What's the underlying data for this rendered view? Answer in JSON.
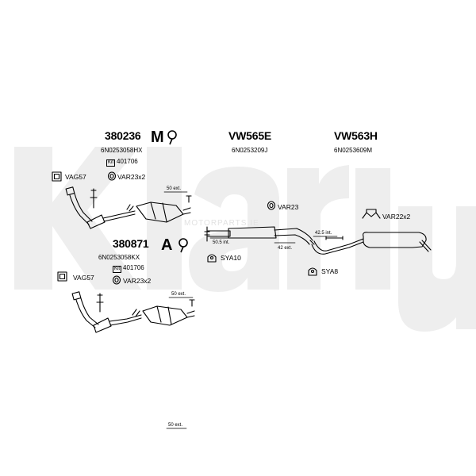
{
  "watermark": {
    "brand": "Klarius",
    "site": "MOTORPARTS.IE"
  },
  "assemblies": [
    {
      "code": "380236",
      "ref": "6N0253058HX",
      "kit": "401706",
      "type_icon": "M-with-vehicle-icon"
    },
    {
      "code": "380871",
      "ref": "6N0253058KX",
      "kit": "401706",
      "type_icon": "A-with-vehicle-icon"
    },
    {
      "code": "VW565E",
      "ref": "6N0253209J"
    },
    {
      "code": "VW563H",
      "ref": "6N0253609M"
    }
  ],
  "kit_badge": "Kit",
  "parts": {
    "vag57_a": "VAG57",
    "var23x2_a": "VAR23x2",
    "vag57_b": "VAG57",
    "var23x2_b": "VAR23x2",
    "var23": "VAR23",
    "sya10": "SYA10",
    "var22x2": "VAR22x2",
    "sya8": "SYA8"
  },
  "dimensions": {
    "d1": "50 ext.",
    "d2": "50 ext.",
    "d3": "50.5 int.",
    "d4": "42 ext.",
    "d5": "42.5 int.",
    "d6": "50 ext."
  }
}
